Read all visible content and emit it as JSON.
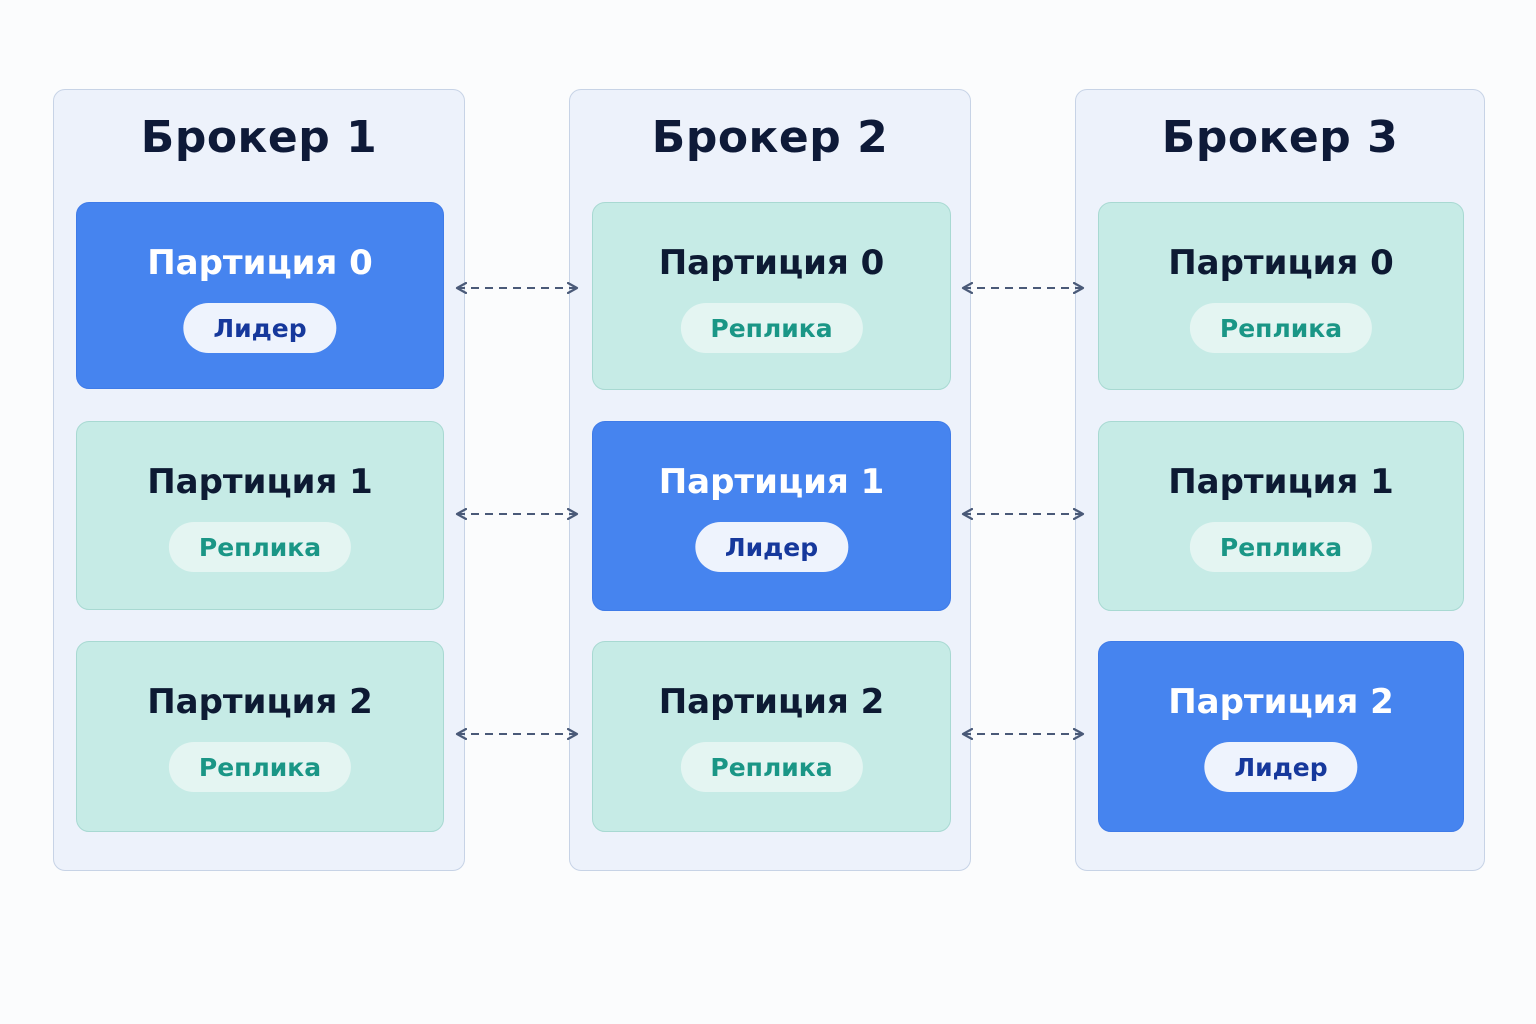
{
  "brokers": [
    {
      "title": "Брокер 1",
      "partitions": [
        {
          "title": "Партиция 0",
          "role": "Лидер",
          "is_leader": true
        },
        {
          "title": "Партиция 1",
          "role": "Реплика",
          "is_leader": false
        },
        {
          "title": "Партиция 2",
          "role": "Реплика",
          "is_leader": false
        }
      ]
    },
    {
      "title": "Брокер 2",
      "partitions": [
        {
          "title": "Партиция 0",
          "role": "Реплика",
          "is_leader": false
        },
        {
          "title": "Партиция 1",
          "role": "Лидер",
          "is_leader": true
        },
        {
          "title": "Партиция 2",
          "role": "Реплика",
          "is_leader": false
        }
      ]
    },
    {
      "title": "Брокер 3",
      "partitions": [
        {
          "title": "Партиция 0",
          "role": "Реплика",
          "is_leader": false
        },
        {
          "title": "Партиция 1",
          "role": "Реплика",
          "is_leader": false
        },
        {
          "title": "Партиция 2",
          "role": "Лидер",
          "is_leader": true
        }
      ]
    }
  ],
  "colors": {
    "leader": "#4684ef",
    "replica": "#c6ebe6",
    "broker_bg": "#edf2fb",
    "arrow": "#4a5a78"
  }
}
